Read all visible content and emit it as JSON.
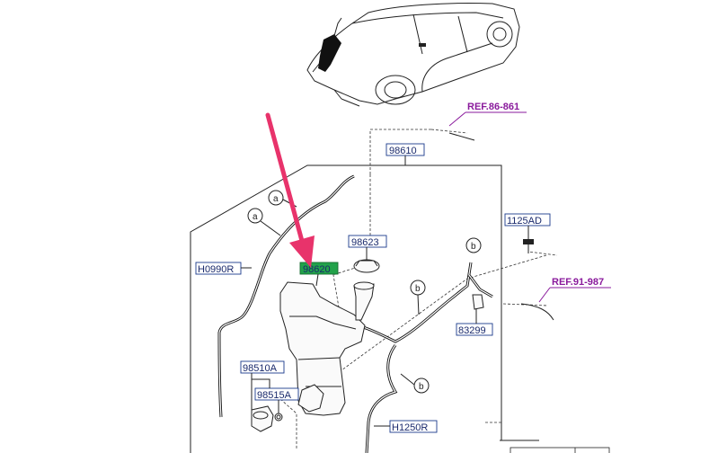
{
  "colors": {
    "label_text": "#1a2a6c",
    "ref_text": "#8a1a9c",
    "highlight_box": "#22a24a",
    "arrow": "#e8336b"
  },
  "labels": {
    "p98610": "98610",
    "p1125AD": "1125AD",
    "p98623": "98623",
    "p98620": "98620",
    "pH0990R": "H0990R",
    "p83299": "83299",
    "p98510A": "98510A",
    "p98515A": "98515A",
    "pH1250R": "H1250R",
    "ref1": "REF.86-861",
    "ref2": "REF.91-987"
  },
  "callouts": {
    "a": "a",
    "b": "b"
  },
  "icons": {
    "pointer": "pointer-arrow-icon",
    "car": "car-icon"
  }
}
